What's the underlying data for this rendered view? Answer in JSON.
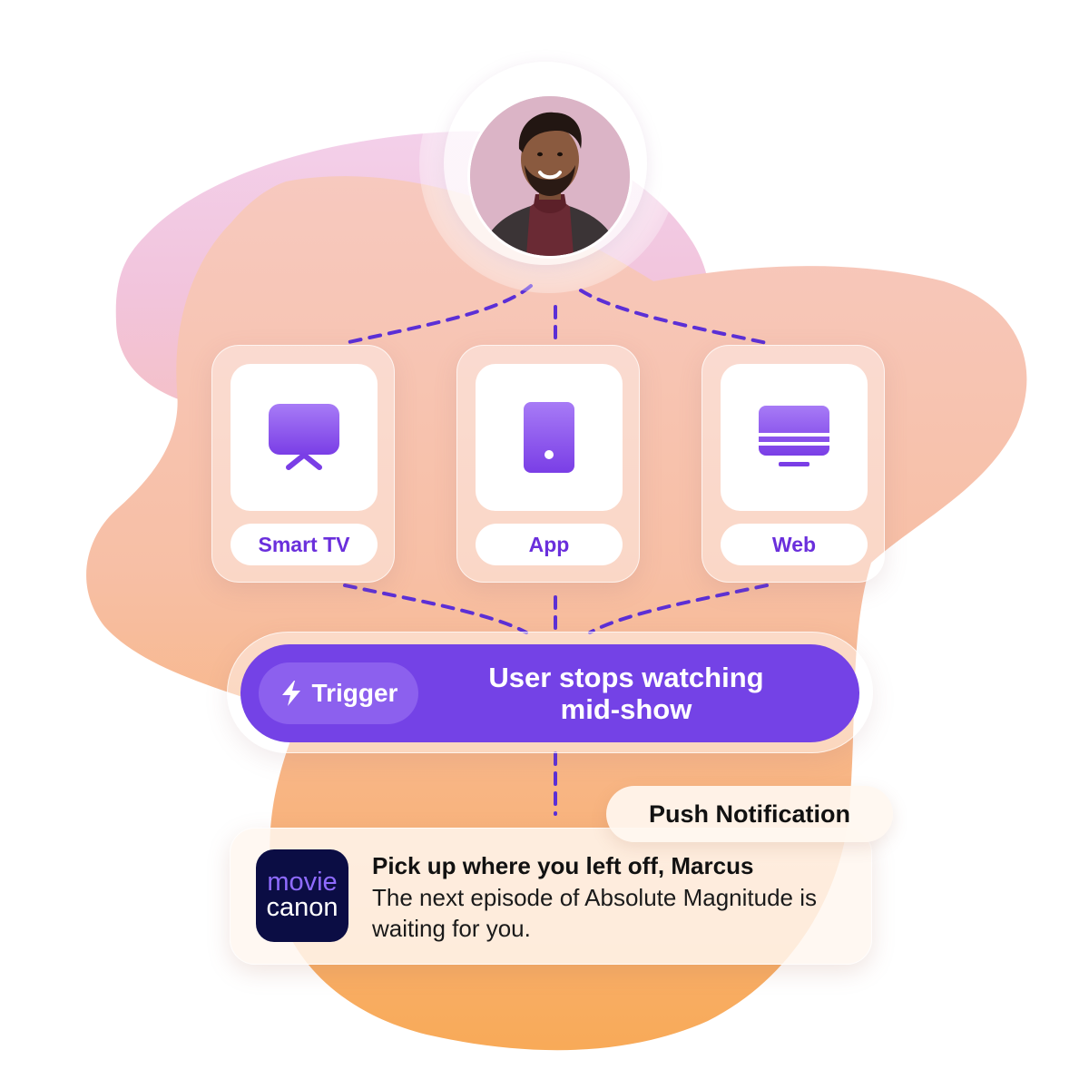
{
  "avatar": {
    "icon": "user-portrait"
  },
  "channels": [
    {
      "label": "Smart TV",
      "icon": "smart-tv-icon"
    },
    {
      "label": "App",
      "icon": "phone-icon"
    },
    {
      "label": "Web",
      "icon": "monitor-icon"
    }
  ],
  "trigger": {
    "pill_label": "Trigger",
    "icon": "lightning-bolt-icon",
    "line1": "User stops watching",
    "line2": "mid-show"
  },
  "notification": {
    "tag": "Push Notification",
    "app_logo": {
      "line1": "movie",
      "line2": "canon"
    },
    "title": "Pick up where you left off, Marcus",
    "body": "The next episode of Absolute Magnitude is waiting for you."
  },
  "colors": {
    "accent": "#7442e6",
    "label_text": "#6a2fdc",
    "icon_top": "#a77bf6",
    "icon_bottom": "#7a3ee6",
    "app_bg": "#0b0d44",
    "app_logo_accent": "#8f6bff",
    "blob_pink": "#f3cde6",
    "blob_orange": "#f8ab5a"
  }
}
